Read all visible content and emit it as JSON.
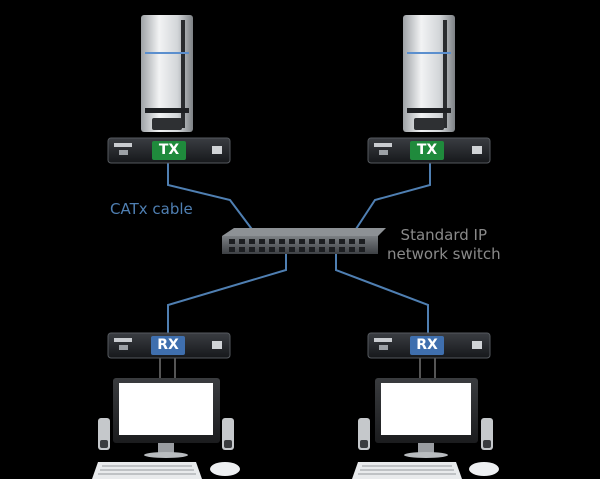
{
  "labels": {
    "cable": "CATx cable",
    "switch_line1": "Standard IP",
    "switch_line2": "network switch"
  },
  "transmitters": [
    {
      "badge": "TX"
    },
    {
      "badge": "TX"
    }
  ],
  "receivers": [
    {
      "badge": "RX"
    },
    {
      "badge": "RX"
    }
  ],
  "colors": {
    "background": "#000000",
    "cable": "#4f7fb2",
    "tx_badge": "#1f8a3c",
    "rx_badge": "#3f6fae",
    "switch_text": "#8a8a8a"
  }
}
